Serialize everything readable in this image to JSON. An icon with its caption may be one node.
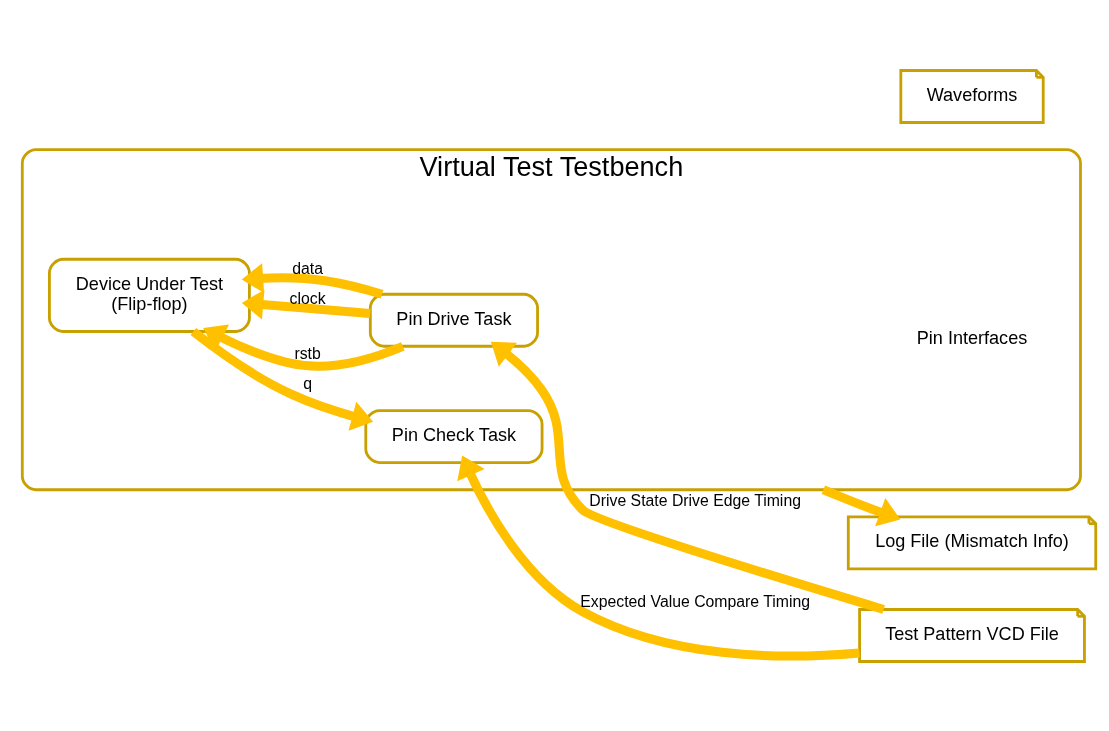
{
  "diagram": {
    "nodes": [
      {
        "text": [
          "Virtual Test Testbench"
        ]
      },
      {
        "text": [
          "Device Under Test",
          "(Flip-flop)"
        ],
        "in": 0
      },
      {
        "text": [
          "Pin Drive Task"
        ],
        "in": 0
      },
      {
        "text": [
          "Pin Check Task"
        ],
        "in": 0
      },
      {
        "text": [
          "Log File (Mismatch Info)"
        ]
      },
      {
        "text": [
          "Waveforms"
        ]
      },
      {
        "text": [
          "Test Pattern VCD File"
        ]
      }
    ],
    "edges": [
      {
        "from": 0,
        "to": 4,
        "arrow": "to"
      },
      {
        "from": 2,
        "to": 1,
        "arrow": "to",
        "label": "rstb"
      },
      {
        "from": 2,
        "to": 1,
        "arrow": "to",
        "label": "clock"
      },
      {
        "from": 2,
        "to": 1,
        "arrow": "to",
        "label": "data"
      },
      {
        "from": 1,
        "to": 3,
        "arrow": "to",
        "label": "q"
      },
      {
        "from": 6,
        "to": 2,
        "arrow": "to",
        "label": "Drive State Drive Edge Timing"
      },
      {
        "from": 6,
        "to": 3,
        "arrow": "to",
        "label": "Expected Value Compare Timing"
      }
    ],
    "labels": [
      "Pin Interfaces"
    ]
  }
}
